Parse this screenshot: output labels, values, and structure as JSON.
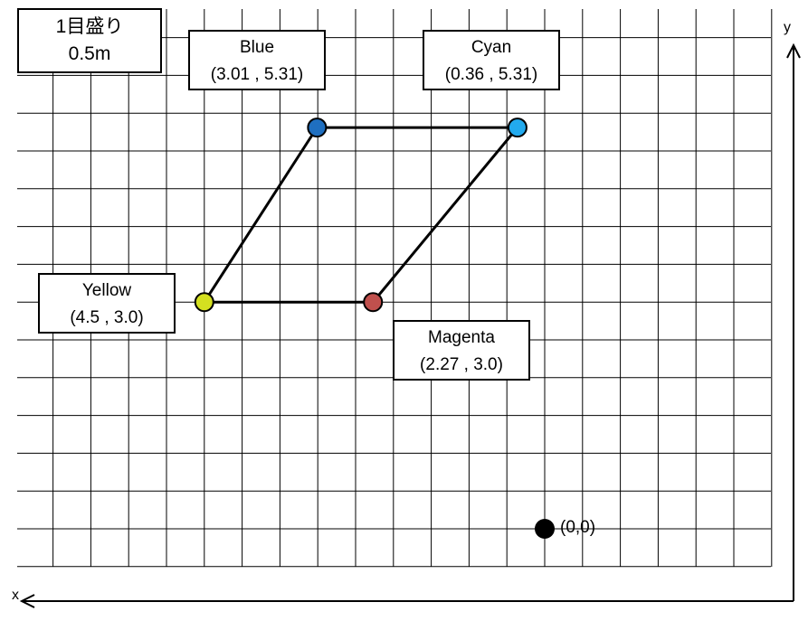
{
  "scale_box": {
    "line1": "1目盛り",
    "line2": "0.5m"
  },
  "axes": {
    "x_label": "x",
    "y_label": "y"
  },
  "origin": {
    "label": "(0,0)"
  },
  "points": [
    {
      "name": "Blue",
      "coord_text": "(3.01 , 5.31)",
      "x": 3.01,
      "y": 5.31,
      "color": "#1f6fc0"
    },
    {
      "name": "Cyan",
      "coord_text": "(0.36 , 5.31)",
      "x": 0.36,
      "y": 5.31,
      "color": "#22aaee"
    },
    {
      "name": "Yellow",
      "coord_text": "(4.5 , 3.0)",
      "x": 4.5,
      "y": 3.0,
      "color": "#d4e020"
    },
    {
      "name": "Magenta",
      "coord_text": "(2.27 , 3.0)",
      "x": 2.27,
      "y": 3.0,
      "color": "#c0504d"
    }
  ],
  "polygon_order": [
    "Blue",
    "Cyan",
    "Magenta",
    "Yellow"
  ],
  "colors": {
    "grid": "#000000",
    "line": "#000000",
    "origin_dot": "#000000"
  }
}
